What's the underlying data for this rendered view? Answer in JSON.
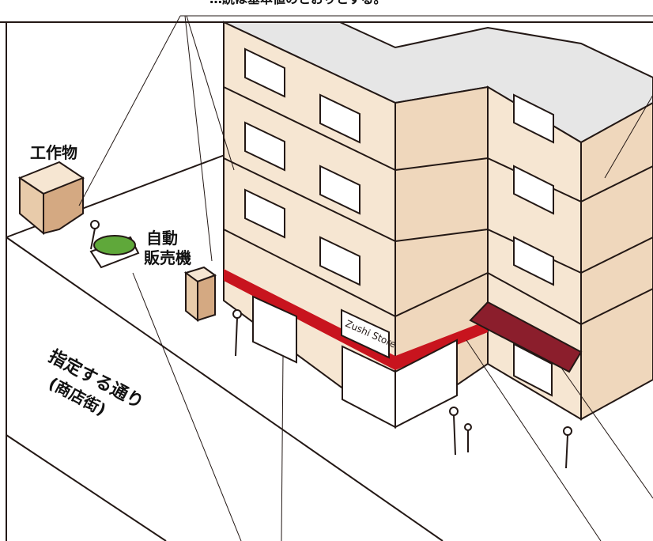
{
  "header_text": "…続は基本値のとおりとする。",
  "labels": {
    "structure": "工作物",
    "vending_line1": "自動",
    "vending_line2": "販売機",
    "street_line1": "指定する通り",
    "street_line2": "(商店街)",
    "shop_sign": "Zushi Store"
  },
  "colors": {
    "wall_light": "#f6e6d2",
    "wall_mid": "#efd7bc",
    "wall_dark": "#e8cbaa",
    "roof": "#e6e6e6",
    "accent_band": "#c8141e",
    "awning": "#8b1e2c",
    "outline": "#231815"
  }
}
